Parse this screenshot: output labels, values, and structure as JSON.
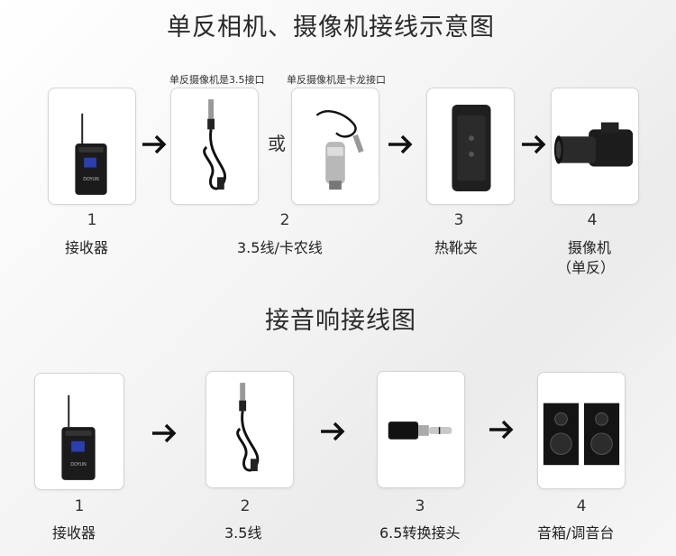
{
  "camera_section": {
    "title": "单反相机、摄像机接线示意图",
    "note_35": "单反摄像机是3.5接口",
    "note_xlr": "单反摄像机是卡龙接口",
    "or_text": "或",
    "steps": [
      {
        "num": "1",
        "label": "接收器"
      },
      {
        "num": "2",
        "label": "3.5线/卡农线"
      },
      {
        "num": "3",
        "label": "热靴夹"
      },
      {
        "num": "4",
        "label_line1": "摄像机",
        "label_line2": "（单反）"
      }
    ]
  },
  "audio_section": {
    "title": "接音响接线图",
    "steps": [
      {
        "num": "1",
        "label": "接收器"
      },
      {
        "num": "2",
        "label": "3.5线"
      },
      {
        "num": "3",
        "label": "6.5转换接头"
      },
      {
        "num": "4",
        "label": "音箱/调音台"
      }
    ]
  },
  "receiver_brand": "DOYUN"
}
